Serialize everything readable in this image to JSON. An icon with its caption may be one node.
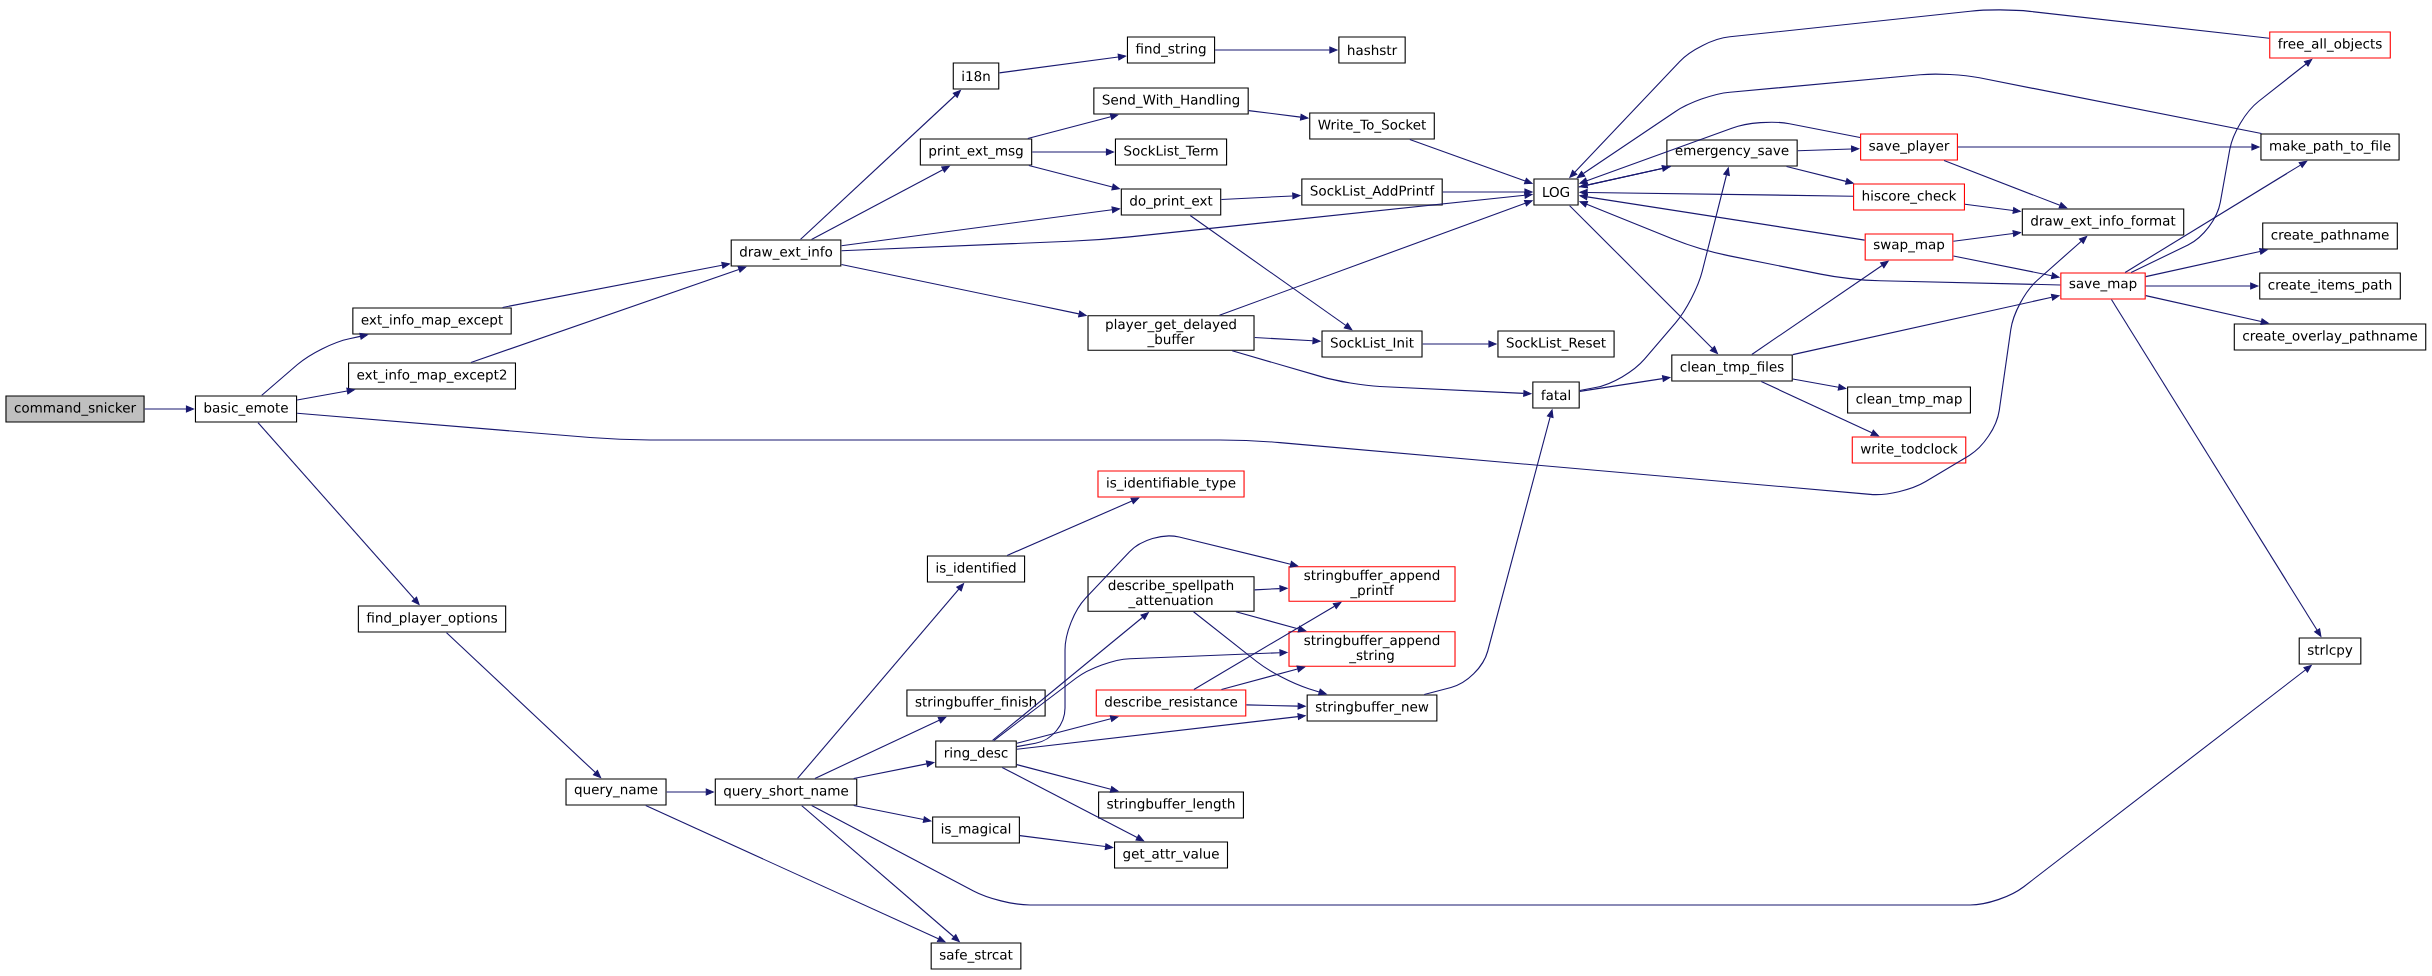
{
  "diagram": {
    "nodes": [
      {
        "text": [
          "command_snicker"
        ]
      },
      {
        "text": [
          "basic_emote"
        ]
      },
      {
        "text": [
          "ext_info_map_except"
        ]
      },
      {
        "text": [
          "ext_info_map_except2"
        ]
      },
      {
        "text": [
          "draw_ext_info"
        ]
      },
      {
        "text": [
          "find_player_options"
        ]
      },
      {
        "text": [
          "query_name"
        ]
      },
      {
        "text": [
          "query_short_name"
        ]
      },
      {
        "text": [
          "i18n"
        ]
      },
      {
        "text": [
          "find_string"
        ]
      },
      {
        "text": [
          "hashstr"
        ]
      },
      {
        "text": [
          "Send_With_Handling"
        ]
      },
      {
        "text": [
          "Write_To_Socket"
        ]
      },
      {
        "text": [
          "print_ext_msg"
        ]
      },
      {
        "text": [
          "SockList_Term"
        ]
      },
      {
        "text": [
          "do_print_ext"
        ]
      },
      {
        "text": [
          "SockList_AddPrintf"
        ]
      },
      {
        "text": [
          "LOG"
        ]
      },
      {
        "text": [
          "player_get_delayed _buffer"
        ]
      },
      {
        "text": [
          "SockList_Init"
        ]
      },
      {
        "text": [
          "SockList_Reset"
        ]
      },
      {
        "text": [
          "fatal"
        ]
      },
      {
        "text": [
          "is_identifiable_type"
        ]
      },
      {
        "text": [
          "is_identified"
        ]
      },
      {
        "text": [
          "describe_spellpath _attenuation"
        ]
      },
      {
        "text": [
          "stringbuffer_append _printf"
        ]
      },
      {
        "text": [
          "stringbuffer_append _string"
        ]
      },
      {
        "text": [
          "stringbuffer_finish"
        ]
      },
      {
        "text": [
          "describe_resistance"
        ]
      },
      {
        "text": [
          "stringbuffer_new"
        ]
      },
      {
        "text": [
          "ring_desc"
        ]
      },
      {
        "text": [
          "stringbuffer_length"
        ]
      },
      {
        "text": [
          "is_magical"
        ]
      },
      {
        "text": [
          "get_attr_value"
        ]
      },
      {
        "text": [
          "safe_strcat"
        ]
      },
      {
        "text": [
          "free_all_objects"
        ]
      },
      {
        "text": [
          "emergency_save"
        ]
      },
      {
        "text": [
          "save_player"
        ]
      },
      {
        "text": [
          "make_path_to_file"
        ]
      },
      {
        "text": [
          "hiscore_check"
        ]
      },
      {
        "text": [
          "draw_ext_info_format"
        ]
      },
      {
        "text": [
          "swap_map"
        ]
      },
      {
        "text": [
          "save_map"
        ]
      },
      {
        "text": [
          "create_pathname"
        ]
      },
      {
        "text": [
          "create_items_path"
        ]
      },
      {
        "text": [
          "create_overlay_pathname"
        ]
      },
      {
        "text": [
          "clean_tmp_files"
        ]
      },
      {
        "text": [
          "clean_tmp_map"
        ]
      },
      {
        "text": [
          "write_todclock"
        ]
      },
      {
        "text": [
          "strlcpy"
        ]
      }
    ],
    "edges": [
      {
        "from": 0,
        "to": 1,
        "arrow": "to"
      },
      {
        "from": 1,
        "to": 2,
        "arrow": "to"
      },
      {
        "from": 1,
        "to": 3,
        "arrow": "to"
      },
      {
        "from": 1,
        "to": 5,
        "arrow": "to"
      },
      {
        "from": 1,
        "to": 40,
        "arrow": "to"
      },
      {
        "from": 2,
        "to": 4,
        "arrow": "to"
      },
      {
        "from": 3,
        "to": 4,
        "arrow": "to"
      },
      {
        "from": 4,
        "to": 8,
        "arrow": "to"
      },
      {
        "from": 4,
        "to": 13,
        "arrow": "to"
      },
      {
        "from": 4,
        "to": 15,
        "arrow": "to"
      },
      {
        "from": 4,
        "to": 17,
        "arrow": "to"
      },
      {
        "from": 4,
        "to": 18,
        "arrow": "to"
      },
      {
        "from": 8,
        "to": 9,
        "arrow": "to"
      },
      {
        "from": 9,
        "to": 10,
        "arrow": "to"
      },
      {
        "from": 13,
        "to": 11,
        "arrow": "to"
      },
      {
        "from": 13,
        "to": 14,
        "arrow": "to"
      },
      {
        "from": 13,
        "to": 15,
        "arrow": "to"
      },
      {
        "from": 11,
        "to": 12,
        "arrow": "to"
      },
      {
        "from": 12,
        "to": 17,
        "arrow": "to"
      },
      {
        "from": 15,
        "to": 16,
        "arrow": "to"
      },
      {
        "from": 15,
        "to": 19,
        "arrow": "to"
      },
      {
        "from": 16,
        "to": 17,
        "arrow": "to"
      },
      {
        "from": 18,
        "to": 17,
        "arrow": "to"
      },
      {
        "from": 18,
        "to": 19,
        "arrow": "to"
      },
      {
        "from": 18,
        "to": 21,
        "arrow": "to"
      },
      {
        "from": 19,
        "to": 20,
        "arrow": "to"
      },
      {
        "from": 21,
        "to": 36,
        "arrow": "to"
      },
      {
        "from": 21,
        "to": 46,
        "arrow": "to"
      },
      {
        "from": 17,
        "to": 46,
        "arrow": "to"
      },
      {
        "from": 17,
        "to": 36,
        "arrow": "to"
      },
      {
        "from": 35,
        "to": 17,
        "arrow": "to"
      },
      {
        "from": 38,
        "to": 17,
        "arrow": "to"
      },
      {
        "from": 37,
        "to": 17,
        "arrow": "to"
      },
      {
        "from": 36,
        "to": 17,
        "arrow": "to"
      },
      {
        "from": 39,
        "to": 17,
        "arrow": "to"
      },
      {
        "from": 41,
        "to": 17,
        "arrow": "to"
      },
      {
        "from": 42,
        "to": 17,
        "arrow": "to"
      },
      {
        "from": 36,
        "to": 37,
        "arrow": "to"
      },
      {
        "from": 36,
        "to": 39,
        "arrow": "to"
      },
      {
        "from": 37,
        "to": 38,
        "arrow": "to"
      },
      {
        "from": 37,
        "to": 40,
        "arrow": "to"
      },
      {
        "from": 39,
        "to": 40,
        "arrow": "to"
      },
      {
        "from": 41,
        "to": 40,
        "arrow": "to"
      },
      {
        "from": 41,
        "to": 42,
        "arrow": "to"
      },
      {
        "from": 42,
        "to": 35,
        "arrow": "to"
      },
      {
        "from": 42,
        "to": 38,
        "arrow": "to"
      },
      {
        "from": 42,
        "to": 43,
        "arrow": "to"
      },
      {
        "from": 42,
        "to": 44,
        "arrow": "to"
      },
      {
        "from": 42,
        "to": 45,
        "arrow": "to"
      },
      {
        "from": 42,
        "to": 49,
        "arrow": "to"
      },
      {
        "from": 46,
        "to": 41,
        "arrow": "to"
      },
      {
        "from": 46,
        "to": 42,
        "arrow": "to"
      },
      {
        "from": 46,
        "to": 47,
        "arrow": "to"
      },
      {
        "from": 46,
        "to": 48,
        "arrow": "to"
      },
      {
        "from": 5,
        "to": 6,
        "arrow": "to"
      },
      {
        "from": 6,
        "to": 7,
        "arrow": "to"
      },
      {
        "from": 6,
        "to": 34,
        "arrow": "to"
      },
      {
        "from": 7,
        "to": 23,
        "arrow": "to"
      },
      {
        "from": 7,
        "to": 27,
        "arrow": "to"
      },
      {
        "from": 7,
        "to": 30,
        "arrow": "to"
      },
      {
        "from": 7,
        "to": 32,
        "arrow": "to"
      },
      {
        "from": 7,
        "to": 34,
        "arrow": "to"
      },
      {
        "from": 7,
        "to": 49,
        "arrow": "to"
      },
      {
        "from": 23,
        "to": 22,
        "arrow": "to"
      },
      {
        "from": 30,
        "to": 24,
        "arrow": "to"
      },
      {
        "from": 30,
        "to": 25,
        "arrow": "to"
      },
      {
        "from": 30,
        "to": 26,
        "arrow": "to"
      },
      {
        "from": 30,
        "to": 28,
        "arrow": "to"
      },
      {
        "from": 30,
        "to": 29,
        "arrow": "to"
      },
      {
        "from": 30,
        "to": 31,
        "arrow": "to"
      },
      {
        "from": 30,
        "to": 33,
        "arrow": "to"
      },
      {
        "from": 24,
        "to": 25,
        "arrow": "to"
      },
      {
        "from": 24,
        "to": 26,
        "arrow": "to"
      },
      {
        "from": 24,
        "to": 29,
        "arrow": "to"
      },
      {
        "from": 28,
        "to": 25,
        "arrow": "to"
      },
      {
        "from": 28,
        "to": 26,
        "arrow": "to"
      },
      {
        "from": 28,
        "to": 29,
        "arrow": "to"
      },
      {
        "from": 32,
        "to": 33,
        "arrow": "to"
      },
      {
        "from": 29,
        "to": 21,
        "arrow": "to"
      }
    ]
  }
}
